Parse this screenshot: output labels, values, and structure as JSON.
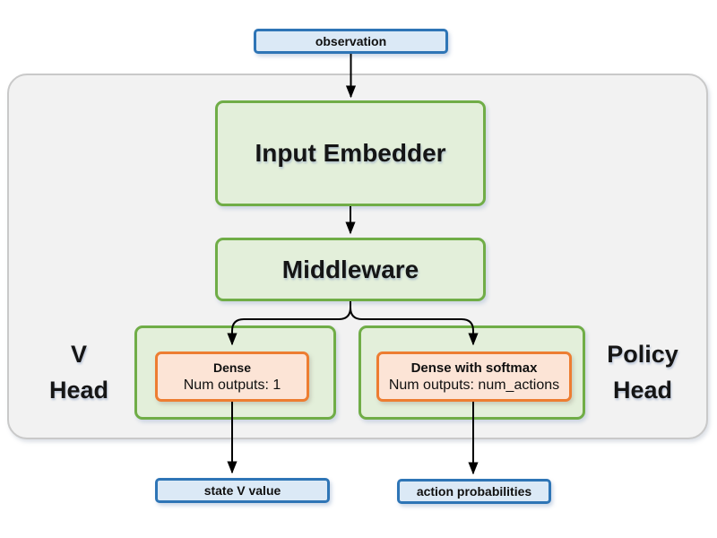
{
  "diagram": {
    "observation_label": "observation",
    "input_embedder_label": "Input Embedder",
    "middleware_label": "Middleware",
    "v_head": {
      "label": "V\nHead",
      "dense_title": "Dense",
      "dense_outputs": "Num outputs: 1"
    },
    "policy_head": {
      "label": "Policy\nHead",
      "dense_title": "Dense with softmax",
      "dense_outputs": "Num outputs: num_actions"
    },
    "outputs": {
      "state_v_value": "state V value",
      "action_probabilities": "action probabilities"
    },
    "colors": {
      "green_border": "#70ad47",
      "green_fill": "#e3efda",
      "orange_border": "#ed7d31",
      "orange_fill": "#fce4d6",
      "blue_border": "#2e75b6",
      "blue_fill": "#dbe9f6",
      "container_fill": "#f2f2f2",
      "container_border": "#c9c9c9",
      "arrow": "#000000"
    }
  }
}
